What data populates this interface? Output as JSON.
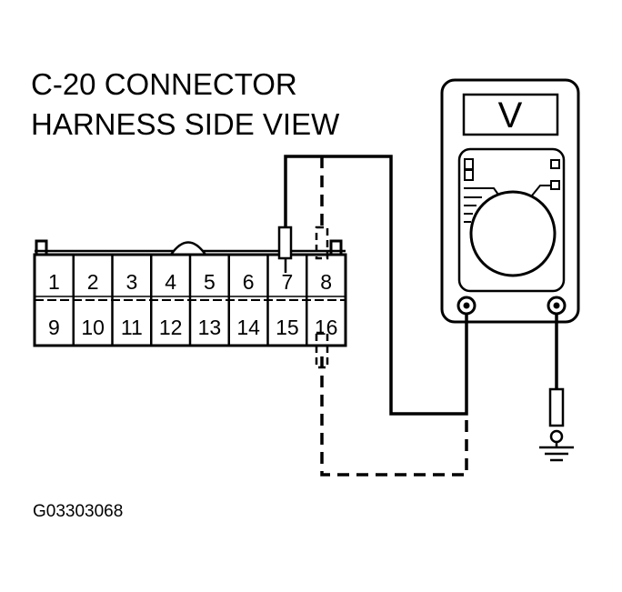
{
  "title": {
    "line1": "C-20 CONNECTOR",
    "line2": "HARNESS SIDE VIEW"
  },
  "figure_id": "G03303068",
  "connector": {
    "top_row": [
      "1",
      "2",
      "3",
      "4",
      "5",
      "6",
      "7",
      "8"
    ],
    "bottom_row": [
      "9",
      "10",
      "11",
      "12",
      "13",
      "14",
      "15",
      "16"
    ]
  },
  "meter": {
    "display_symbol": "V"
  },
  "icons": {
    "ground": "ground-symbol-icon",
    "probe": "test-probe-icon",
    "dial": "selector-dial-icon"
  }
}
